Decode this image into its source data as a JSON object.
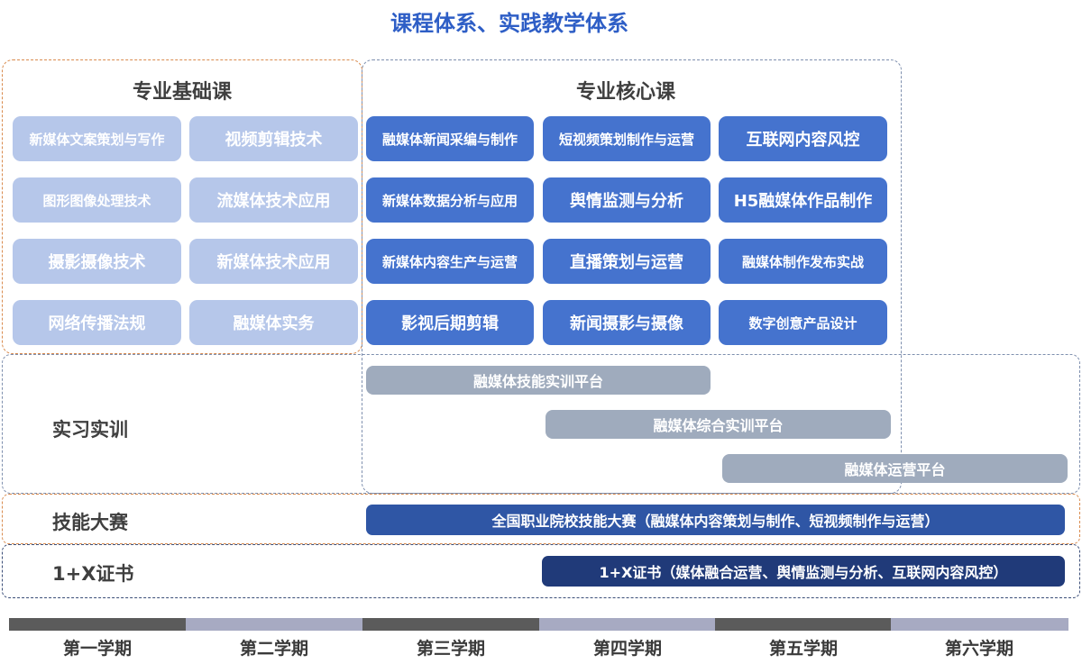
{
  "title": "课程体系、实践教学体系",
  "foundation": {
    "heading": "专业基础课",
    "courses": [
      "新媒体文案策划与写作",
      "视频剪辑技术",
      "图形图像处理技术",
      "流媒体技术应用",
      "摄影摄像技术",
      "新媒体技术应用",
      "网络传播法规",
      "融媒体实务"
    ]
  },
  "core": {
    "heading": "专业核心课",
    "courses": [
      "融媒体新闻采编与制作",
      "短视频策划制作与运营",
      "互联网内容风控",
      "新媒体数据分析与应用",
      "舆情监测与分析",
      "H5融媒体作品制作",
      "新媒体内容生产与运营",
      "直播策划与运营",
      "融媒体制作发布实战",
      "影视后期剪辑",
      "新闻摄影与摄像",
      "数字创意产品设计"
    ]
  },
  "internship": {
    "label": "实习实训",
    "platforms": [
      "融媒体技能实训平台",
      "融媒体综合实训平台",
      "融媒体运营平台"
    ]
  },
  "competition": {
    "label": "技能大赛",
    "text": "全国职业院校技能大赛（融媒体内容策划与制作、短视频制作与运营）"
  },
  "certificate": {
    "label": "1+X证书",
    "text": "1+X证书（媒体融合运营、舆情监测与分析、互联网内容风控）"
  },
  "semesters": [
    "第一学期",
    "第二学期",
    "第三学期",
    "第四学期",
    "第五学期",
    "第六学期"
  ],
  "colors": {
    "title": "#2e5ec6",
    "foundation_box": "#b6c7ea",
    "core_box": "#4573ce",
    "platform_box": "#9fabbd",
    "competition_bar": "#2f56a5",
    "certificate_bar": "#203a79",
    "semester_dark": "#5b5b5b",
    "semester_light": "#a7aac2"
  }
}
